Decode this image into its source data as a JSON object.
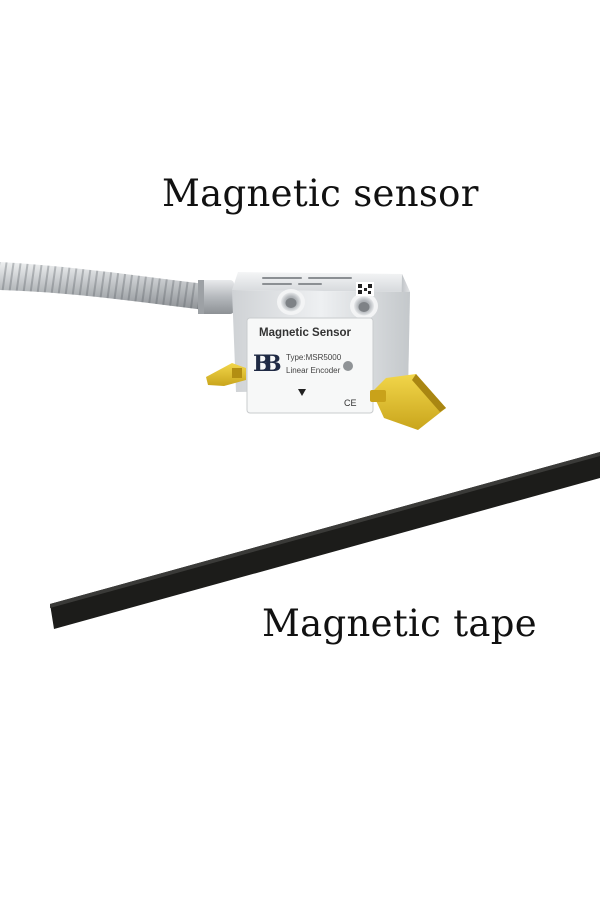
{
  "captions": {
    "sensor": "Magnetic sensor",
    "tape": "Magnetic tape"
  },
  "label_plate": {
    "title": "Magnetic Sensor",
    "type_line": "Type:MSR5000",
    "subtitle": "Linear Encoder",
    "certification": "CE"
  },
  "colors": {
    "background": "#ffffff",
    "caption_text": "#111111",
    "tape": "#1c1c1a",
    "housing": "#dcdee0",
    "mounting_clips": "#e3c22d",
    "cable_sheath": "#c7c9cb"
  },
  "icons": {
    "brand_logo": "bb-logo-icon",
    "indicator_led": "led-indicator-icon",
    "direction_arrow": "triangle-down-icon"
  }
}
